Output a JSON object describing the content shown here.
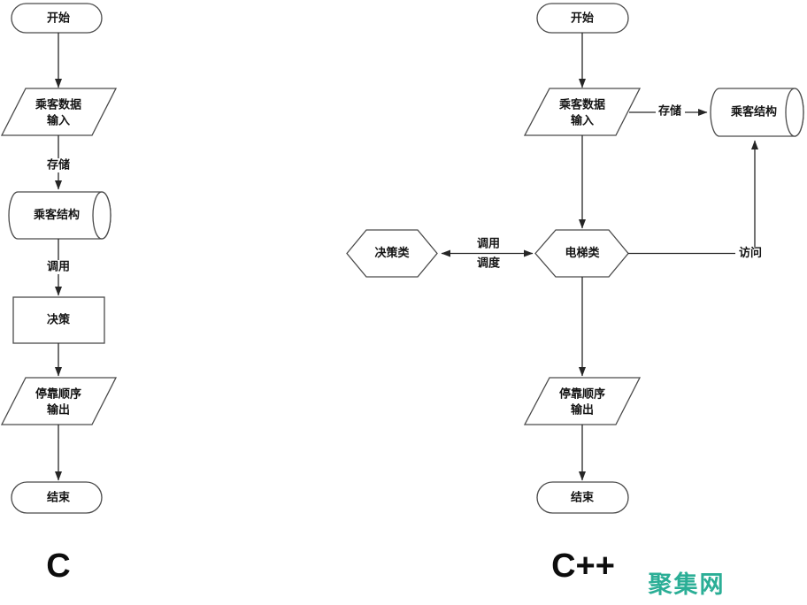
{
  "colors": {
    "shape_stroke": "#4a4a4a",
    "connector": "#262626",
    "text": "#141414",
    "watermark": "#2BAE96",
    "background": "#ffffff"
  },
  "c_chart": {
    "caption": "C",
    "start": "开始",
    "input_line1": "乘客数据",
    "input_line2": "输入",
    "store_edge": "存储",
    "store": "乘客结构",
    "call_edge": "调用",
    "decision": "决策",
    "output_line1": "停靠顺序",
    "output_line2": "输出",
    "end": "结束"
  },
  "cpp_chart": {
    "caption": "C++",
    "start": "开始",
    "input_line1": "乘客数据",
    "input_line2": "输入",
    "store_edge": "存储",
    "store": "乘客结构",
    "decision_class": "决策类",
    "call_edge_line1": "调用",
    "call_edge_line2": "调度",
    "elevator_class": "电梯类",
    "access_edge": "访问",
    "output_line1": "停靠顺序",
    "output_line2": "输出",
    "end": "结束"
  },
  "watermark": "聚集网"
}
